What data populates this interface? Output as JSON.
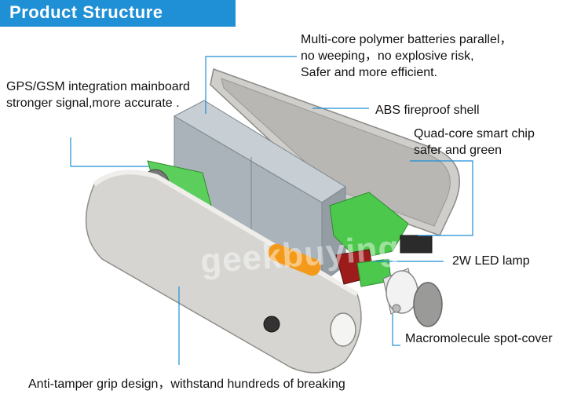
{
  "title": "Product Structure",
  "watermark": "geekbuying",
  "colors": {
    "accent": "#1f8fd6",
    "callout_line": "#1f8fd6",
    "shell": "#d9d8d4",
    "battery": "#aeb6bd",
    "board": "#4cc94c",
    "led_strip": "#f39a1a",
    "chip_red": "#9c1b1b"
  },
  "callouts": {
    "batteries": {
      "line1": "Multi-core polymer batteries parallel，",
      "line2": "no weeping，no explosive risk,",
      "line3": "Safer and more efficient."
    },
    "mainboard": {
      "line1": "GPS/GSM integration mainboard",
      "line2": "stronger signal,more accurate ."
    },
    "shell": {
      "line1": "ABS fireproof shell"
    },
    "chip": {
      "line1": "Quad-core smart chip",
      "line2": "safer and green"
    },
    "led": {
      "line1": "2W LED lamp"
    },
    "cover": {
      "line1": "Macromolecule spot-cover"
    },
    "grip": {
      "line1": "Anti-tamper grip design，withstand hundreds of breaking"
    }
  }
}
